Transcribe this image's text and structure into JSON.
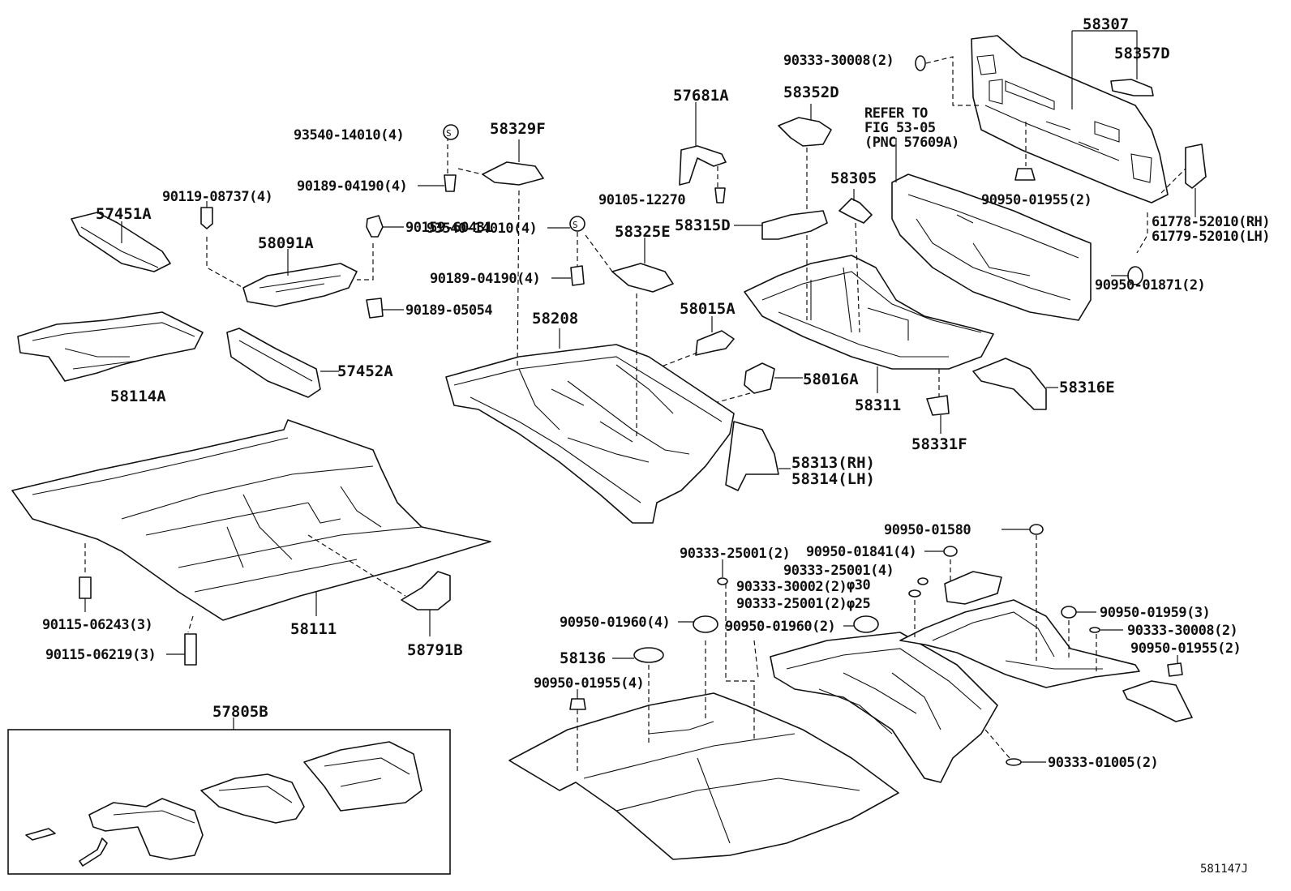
{
  "diagram_id": "581147J",
  "labels": {
    "p58307": "58307",
    "p90333_30008_2_top": "90333-30008(2)",
    "p58357D": "58357D",
    "p57681A": "57681A",
    "p58352D": "58352D",
    "refer_line1": "REFER TO",
    "refer_line2": "FIG 53-05",
    "refer_line3": "(PNC 57609A)",
    "p93540_14010_4_a": "93540-14010(4)",
    "p58329F": "58329F",
    "p90189_04190_4_a": "90189-04190(4)",
    "p90119_08737_4": "90119-08737(4)",
    "p90105_12270": "90105-12270",
    "p58305": "58305",
    "p90950_01955_2_top": "90950-01955(2)",
    "p61778": "61778-52010(RH)",
    "p61779": "61779-52010(LH)",
    "p57451A": "57451A",
    "p93540_14010_4_b": "93540-14010(4)",
    "p90159_60431": "90159-60431",
    "p58325E": "58325E",
    "p58315D": "58315D",
    "p58091A": "58091A",
    "p90950_01871_2": "90950-01871(2)",
    "p90189_04190_4_b": "90189-04190(4)",
    "p90189_05054": "90189-05054",
    "p58208": "58208",
    "p58015A": "58015A",
    "p57452A": "57452A",
    "p58114A": "58114A",
    "p58016A": "58016A",
    "p58316E": "58316E",
    "p58311": "58311",
    "p58331F": "58331F",
    "p58313": "58313(RH)",
    "p58314": "58314(LH)",
    "p90950_01580": "90950-01580",
    "p90333_25001_2": "90333-25001(2)",
    "p90950_01841_4": "90950-01841(4)",
    "p90333_25001_4": "90333-25001(4)",
    "p90333_30002_2": "90333-30002(2)",
    "phi30": "φ30",
    "p90333_25001_2b": "90333-25001(2)",
    "phi25": "φ25",
    "p90950_01959_3": "90950-01959(3)",
    "p90333_30008_2_b": "90333-30008(2)",
    "p90950_01955_2_b": "90950-01955(2)",
    "p90115_06243_3": "90115-06243(3)",
    "p58111": "58111",
    "p90950_01960_4": "90950-01960(4)",
    "p90950_01960_2": "90950-01960(2)",
    "p58791B": "58791B",
    "p90115_06219_3": "90115-06219(3)",
    "p58136": "58136",
    "p90950_01955_4": "90950-01955(4)",
    "p57805B": "57805B",
    "p90333_01005_2": "90333-01005(2)"
  }
}
